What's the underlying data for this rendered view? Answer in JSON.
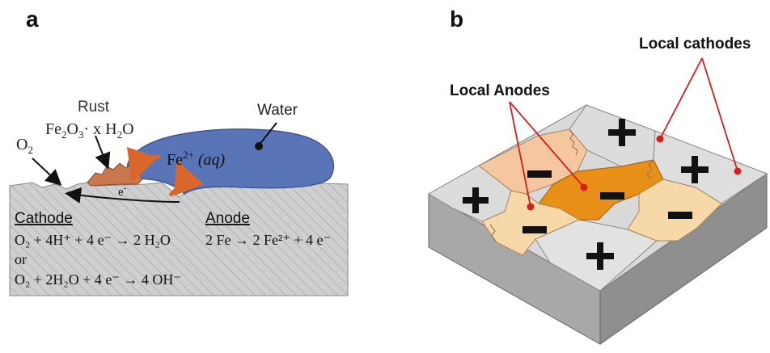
{
  "panel_a": {
    "label": "a",
    "rust_title": "Rust",
    "rust_formula_main": "Fe",
    "rust_formula_sub1": "2",
    "rust_formula_o": "O",
    "rust_formula_sub2": "3",
    "rust_formula_tail": "· x H",
    "rust_formula_sub3": "2",
    "rust_formula_end": "O",
    "oxygen_main": "O",
    "oxygen_sub": "2",
    "water_label": "Water",
    "iron_ion_main": "Fe",
    "iron_ion_sup": "2+",
    "iron_ion_state": " (aq)",
    "electron_main": "e",
    "electron_sup": "-",
    "cathode_title": "Cathode",
    "cathode_eq1": "O₂ + 4H⁺ + 4 e⁻ → 2 H₂O",
    "cathode_or": "or",
    "cathode_eq2": "O₂ + 2H₂O + 4 e⁻ → 4 OH⁻",
    "anode_title": "Anode",
    "anode_eq": "2 Fe → 2 Fe²⁺ + 4 e⁻"
  },
  "panel_b": {
    "label": "b",
    "local_anodes": "Local Anodes",
    "local_cathodes": "Local cathodes"
  },
  "colors": {
    "water": "#5a74b8",
    "metal": "#c9c9c9",
    "rust": "#c8774f",
    "arrow_orange": "#d9662a",
    "anode_light": "#f7d8a8",
    "anode_peach": "#f4c7a0",
    "anode_orange": "#e88f17",
    "cathode_tile": "#dcdcdc",
    "pointer_red": "#d21f1f"
  }
}
